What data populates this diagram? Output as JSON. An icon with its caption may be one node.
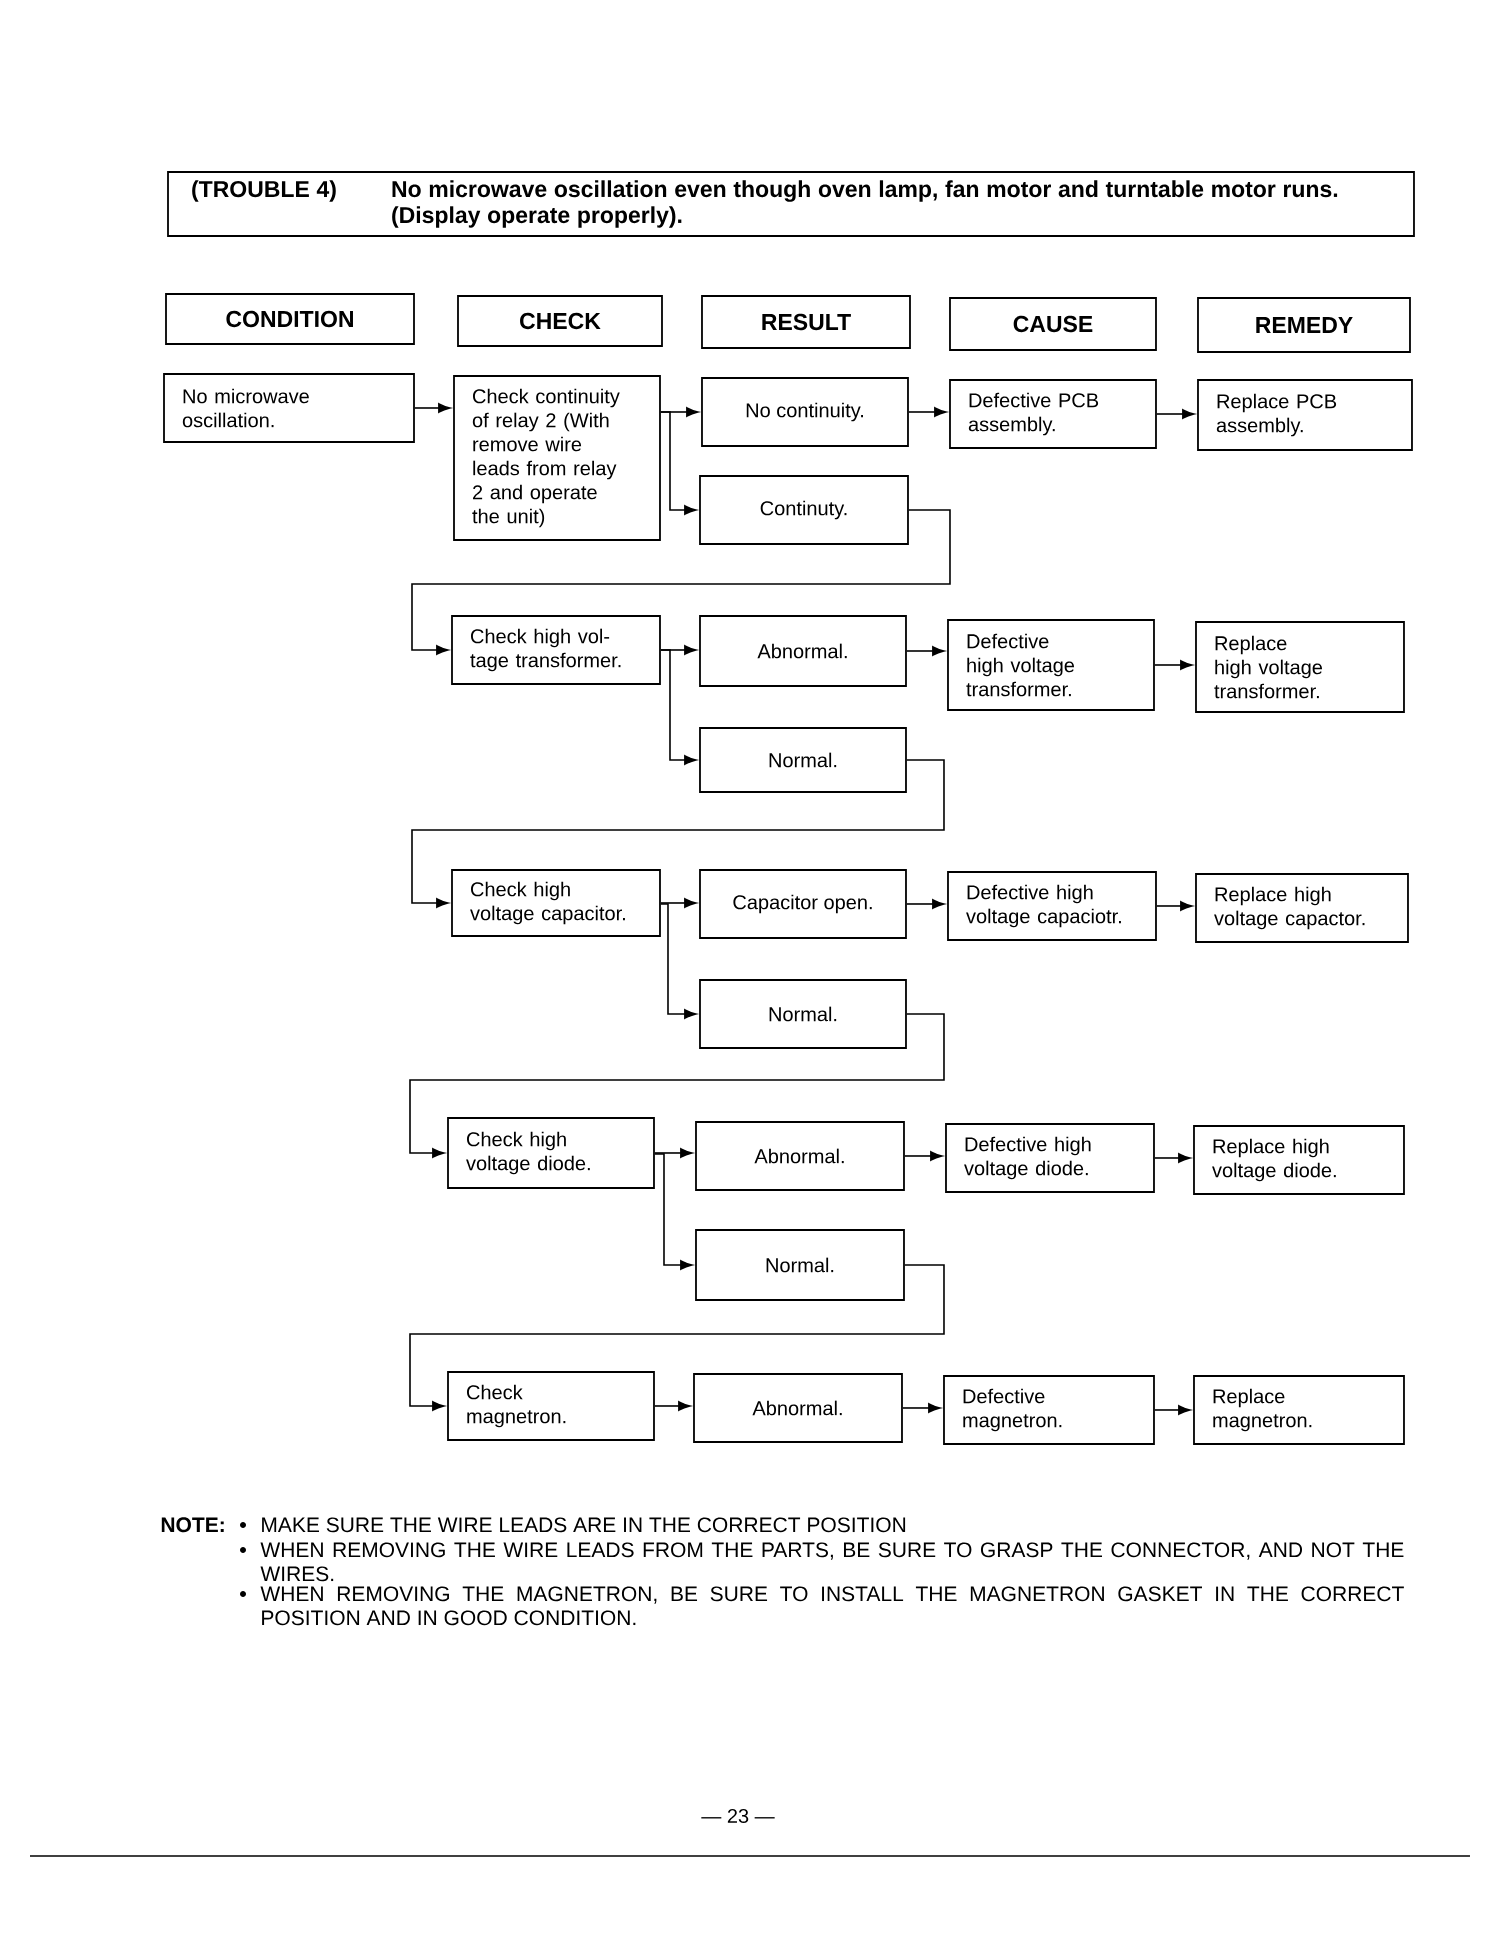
{
  "diagram": {
    "nodes": [
      {
        "text": [
          "(TROUBLE 4)",
          "No microwave oscillation even though oven lamp, fan motor and turntable motor runs. (Display operate properly)."
        ]
      },
      {
        "text": [
          "CONDITION"
        ]
      },
      {
        "text": [
          "CHECK"
        ]
      },
      {
        "text": [
          "RESULT"
        ]
      },
      {
        "text": [
          "CAUSE"
        ]
      },
      {
        "text": [
          "REMEDY"
        ]
      },
      {
        "text": [
          "No microwave oscillation."
        ]
      },
      {
        "text": [
          "Check continuity of relay 2 (With remove wire leads from relay 2 and operate the unit)"
        ]
      },
      {
        "text": [
          "No continuity."
        ]
      },
      {
        "text": [
          "Defective PCB assembly."
        ]
      },
      {
        "text": [
          "Replace PCB assembly."
        ]
      },
      {
        "text": [
          "Continuty."
        ]
      },
      {
        "text": [
          "Check high vol- tage transformer."
        ]
      },
      {
        "text": [
          "Abnormal."
        ]
      },
      {
        "text": [
          "Defective high voltage transformer."
        ]
      },
      {
        "text": [
          "Replace high voltage transformer."
        ]
      },
      {
        "text": [
          "Normal."
        ]
      },
      {
        "text": [
          "Check high voltage capacitor."
        ]
      },
      {
        "text": [
          "Capacitor open."
        ]
      },
      {
        "text": [
          "Defective high voltage capaciotr."
        ]
      },
      {
        "text": [
          "Replace high voltage capactor."
        ]
      },
      {
        "text": [
          "Normal."
        ]
      },
      {
        "text": [
          "Check high voltage diode."
        ]
      },
      {
        "text": [
          "Abnormal."
        ]
      },
      {
        "text": [
          "Defective high voltage diode."
        ]
      },
      {
        "text": [
          "Replace high voltage diode."
        ]
      },
      {
        "text": [
          "Normal."
        ]
      },
      {
        "text": [
          "Check magnetron."
        ]
      },
      {
        "text": [
          "Abnormal."
        ]
      },
      {
        "text": [
          "Defective magnetron."
        ]
      },
      {
        "text": [
          "Replace magnetron."
        ]
      }
    ],
    "edges": [
      {
        "from": 6,
        "to": 7,
        "arrow": "to"
      },
      {
        "from": 7,
        "to": 8,
        "arrow": "to"
      },
      {
        "from": 7,
        "to": 11,
        "arrow": "to"
      },
      {
        "from": 8,
        "to": 9,
        "arrow": "to"
      },
      {
        "from": 9,
        "to": 10,
        "arrow": "to"
      },
      {
        "from": 11,
        "to": 12,
        "arrow": "to"
      },
      {
        "from": 12,
        "to": 13,
        "arrow": "to"
      },
      {
        "from": 12,
        "to": 16,
        "arrow": "to"
      },
      {
        "from": 13,
        "to": 14,
        "arrow": "to"
      },
      {
        "from": 14,
        "to": 15,
        "arrow": "to"
      },
      {
        "from": 16,
        "to": 17,
        "arrow": "to"
      },
      {
        "from": 17,
        "to": 18,
        "arrow": "to"
      },
      {
        "from": 17,
        "to": 21,
        "arrow": "to"
      },
      {
        "from": 18,
        "to": 19,
        "arrow": "to"
      },
      {
        "from": 19,
        "to": 20,
        "arrow": "to"
      },
      {
        "from": 21,
        "to": 22,
        "arrow": "to"
      },
      {
        "from": 22,
        "to": 23,
        "arrow": "to"
      },
      {
        "from": 22,
        "to": 26,
        "arrow": "to"
      },
      {
        "from": 23,
        "to": 24,
        "arrow": "to"
      },
      {
        "from": 24,
        "to": 25,
        "arrow": "to"
      },
      {
        "from": 26,
        "to": 27,
        "arrow": "to"
      },
      {
        "from": 27,
        "to": 28,
        "arrow": "to"
      },
      {
        "from": 28,
        "to": 29,
        "arrow": "to"
      },
      {
        "from": 29,
        "to": 30,
        "arrow": "to"
      }
    ],
    "labels": [
      "NOTE:",
      "MAKE SURE THE WIRE LEADS ARE IN THE CORRECT POSITION",
      "WHEN REMOVING THE WIRE LEADS FROM THE PARTS, BE SURE TO GRASP THE CONNECTOR, AND NOT THE WIRES.",
      "WHEN REMOVING THE MAGNETRON, BE SURE TO INSTALL THE MAGNETRON GASKET IN THE CORRECT POSITION AND IN GOOD CONDITION.",
      "— 23 —"
    ]
  }
}
